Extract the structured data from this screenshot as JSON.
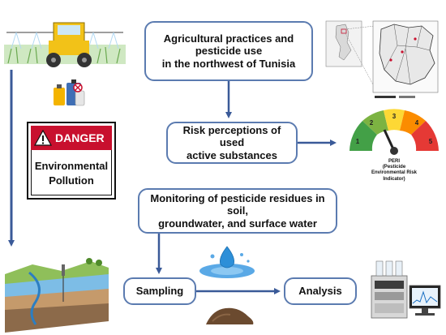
{
  "boxes": {
    "top_lines": [
      "Agricultural practices and",
      "pesticide use",
      "in the northwest of Tunisia"
    ],
    "risk_lines": [
      "Risk perceptions of used",
      "active substances"
    ],
    "monitor_lines": [
      "Monitoring of pesticide residues in soil,",
      "groundwater, and surface water"
    ],
    "sampling": "Sampling",
    "analysis": "Analysis"
  },
  "danger_sign": {
    "header": "DANGER",
    "body_lines": [
      "Environmental",
      "Pollution"
    ]
  },
  "gauge": {
    "segments": [
      "1",
      "2",
      "3",
      "4",
      "5"
    ],
    "label_lines": [
      "PERI",
      "(Pesticide",
      "Environmental Risk",
      "Indicator)"
    ],
    "colors": [
      "#e53935",
      "#fb8c00",
      "#fdd835",
      "#7cb342",
      "#43a047"
    ]
  },
  "colors": {
    "box_border": "#5b7bb0",
    "arrow": "#3a5a98",
    "danger_red": "#c8102e"
  },
  "icons": [
    "tractor-sprayer-icon",
    "pesticide-bottles-icon",
    "tunisia-map-icon",
    "peri-gauge-icon",
    "landscape-layers-icon",
    "water-droplet-icon",
    "soil-pile-icon",
    "laboratory-instrument-icon"
  ]
}
